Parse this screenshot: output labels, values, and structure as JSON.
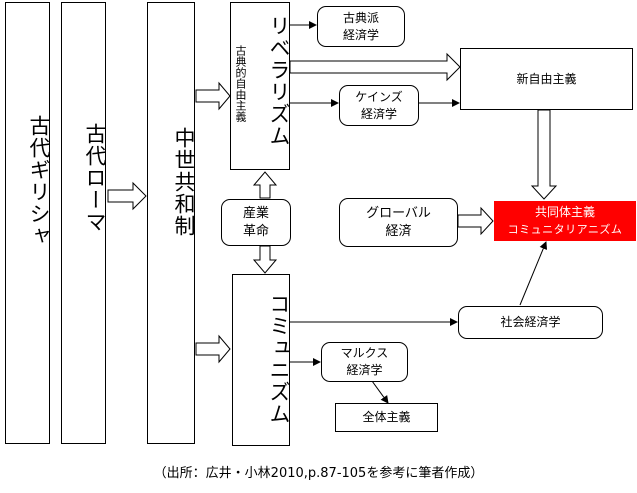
{
  "columns": {
    "greece": "古代ギリシャ",
    "rome": "古代ローマ",
    "medieval": "中世共和制"
  },
  "liberalism": {
    "title": "リベラリズム",
    "subtitle": "古典的自由主義"
  },
  "communism": {
    "title": "コミュニズム"
  },
  "industrial_revolution": [
    "産業",
    "革命"
  ],
  "classical_economics": [
    "古典派",
    "経済学"
  ],
  "keynesian_economics": [
    "ケインズ",
    "経済学"
  ],
  "neoliberalism": "新自由主義",
  "global_economy": [
    "グローバル",
    "経済"
  ],
  "communitarianism": {
    "line1": "共同体主義",
    "line2": "コミュニタリアニズム"
  },
  "social_economics": "社会経済学",
  "marxian_economics": [
    "マルクス",
    "経済学"
  ],
  "totalitarianism": "全体主義",
  "source_caption": "（出所：広井・小林2010,p.87-105を参考に筆者作成）",
  "colors": {
    "highlight": "#ff0000",
    "line": "#000000"
  }
}
